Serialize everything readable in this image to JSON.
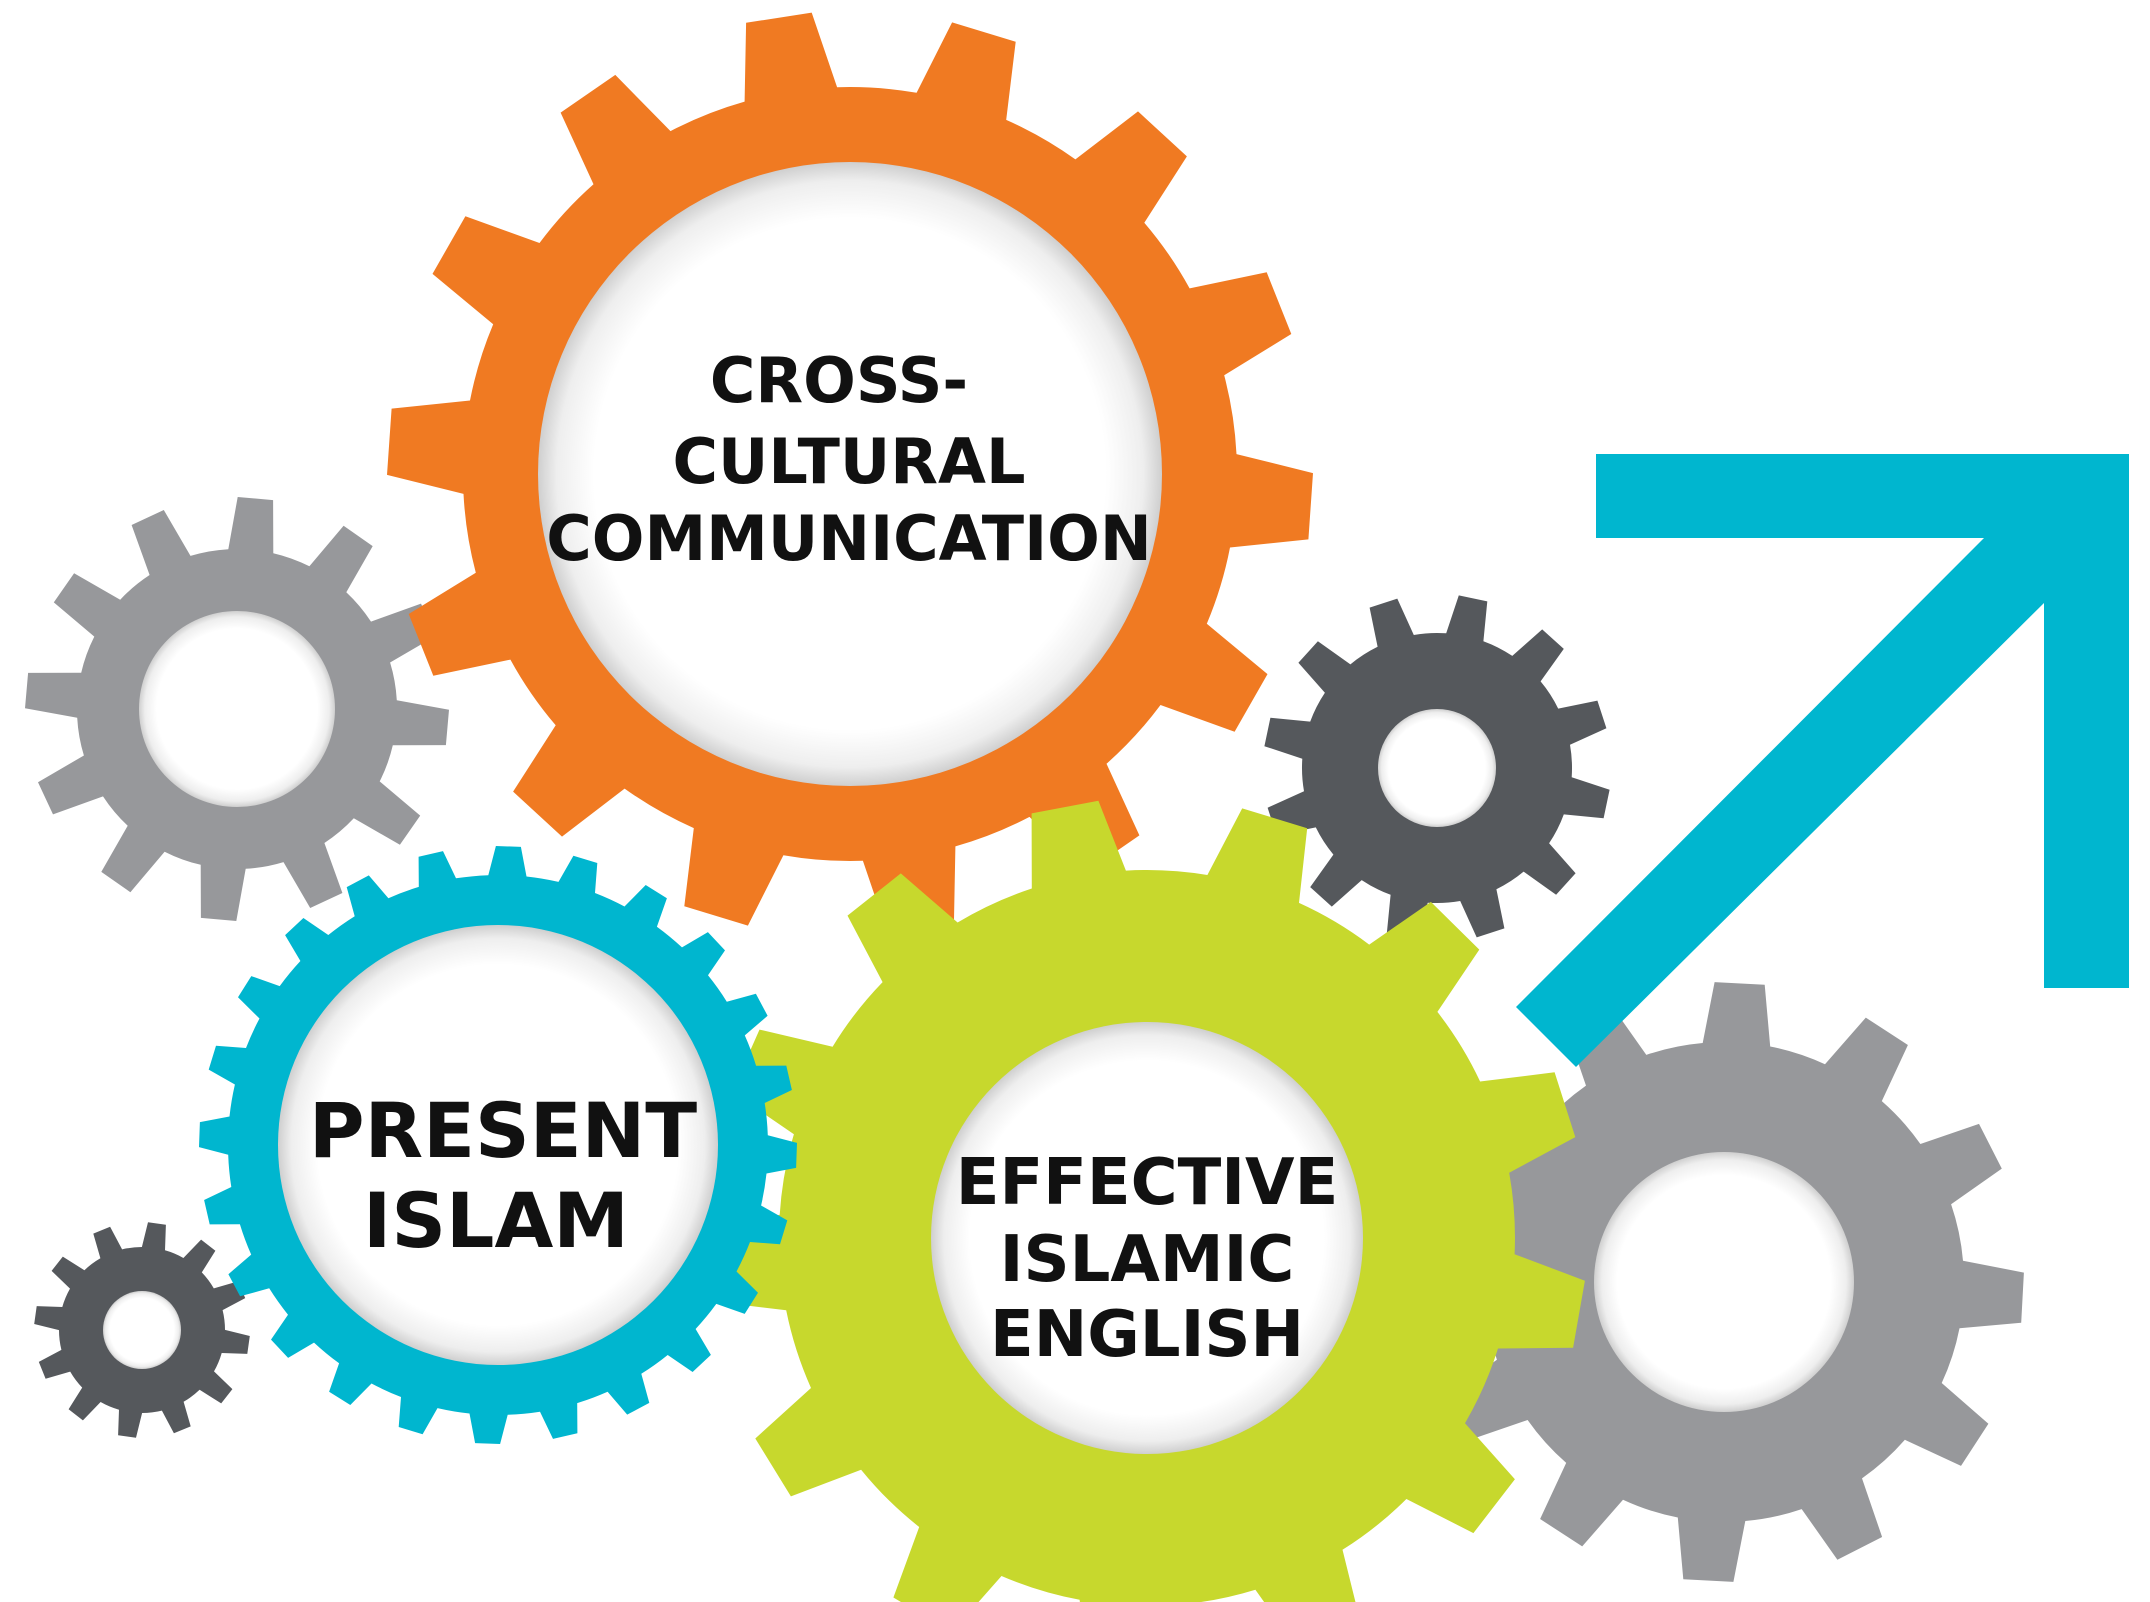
{
  "gears": [
    {
      "id": "cross-cultural",
      "lines": [
        "CROSS-",
        "CULTURAL",
        "COMMUNICATION"
      ],
      "color": "#F07A22"
    },
    {
      "id": "present-islam",
      "lines": [
        "PRESENT",
        "ISLAM"
      ],
      "color": "#00B6CF"
    },
    {
      "id": "effective-islamic-english",
      "lines": [
        "EFFECTIVE",
        "ISLAMIC",
        "ENGLISH"
      ],
      "color": "#C7D82D"
    }
  ],
  "decorative_gears": [
    {
      "id": "gray-left",
      "color": "#97989B"
    },
    {
      "id": "dark-mid",
      "color": "#55585C"
    },
    {
      "id": "dark-small",
      "color": "#55585C"
    },
    {
      "id": "gray-right",
      "color": "#97989B"
    }
  ],
  "arrow": {
    "icon": "arrow-up-right-icon",
    "color": "#00B6CF"
  }
}
